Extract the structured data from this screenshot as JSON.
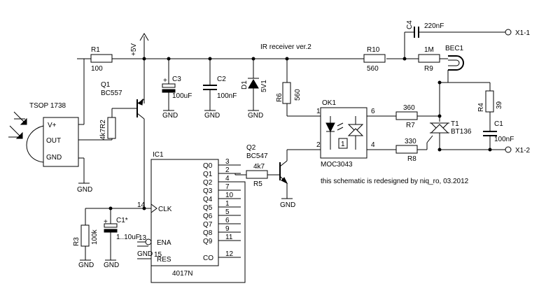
{
  "title": "IR receiver ver.2",
  "credit": "this schematic is redesigned by niq_ro, 03.2012",
  "supply": "+5V",
  "ground": "GND",
  "sensor": {
    "ref": "TSOP 1738",
    "pins": [
      "V+",
      "OUT",
      "GND"
    ]
  },
  "components": {
    "R1": {
      "ref": "R1",
      "value": "100"
    },
    "R2": {
      "ref": "R2",
      "value": "4k7"
    },
    "R3": {
      "ref": "R3",
      "value": "100k"
    },
    "R4": {
      "ref": "R4",
      "value": "39"
    },
    "R5": {
      "ref": "R5",
      "value": "4k7"
    },
    "R6": {
      "ref": "R6",
      "value": "560"
    },
    "R7": {
      "ref": "R7",
      "value": "360"
    },
    "R8": {
      "ref": "R8",
      "value": "330"
    },
    "R9": {
      "ref": "R9",
      "value": "1M"
    },
    "R10": {
      "ref": "R10",
      "value": "560"
    },
    "C1": {
      "ref": "C1",
      "value": "100nF"
    },
    "C1s": {
      "ref": "C1*",
      "value": "1..10uF"
    },
    "C2": {
      "ref": "C2",
      "value": "100nF"
    },
    "C3": {
      "ref": "C3",
      "value": "100uF"
    },
    "C4": {
      "ref": "C4",
      "value": "220nF"
    },
    "D1": {
      "ref": "D1",
      "value": "5V1"
    },
    "Q1": {
      "ref": "Q1",
      "value": "BC557"
    },
    "Q2": {
      "ref": "Q2",
      "value": "BC547"
    },
    "T1": {
      "ref": "T1",
      "value": "BT136"
    },
    "OK1": {
      "ref": "OK1",
      "value": "MOC3043",
      "pins": [
        "1",
        "2",
        "4",
        "6"
      ]
    },
    "BEC1": {
      "ref": "BEC1"
    },
    "IC1": {
      "ref": "IC1",
      "value": "4017N",
      "inputs": [
        "CLK",
        "ENA",
        "RES"
      ],
      "input_pins": [
        "14",
        "13",
        "15"
      ],
      "outputs": [
        "Q0",
        "Q1",
        "Q2",
        "Q3",
        "Q4",
        "Q5",
        "Q6",
        "Q7",
        "Q8",
        "Q9",
        "CO"
      ],
      "output_pins": [
        "3",
        "2",
        "4",
        "7",
        "10",
        "1",
        "5",
        "6",
        "9",
        "11",
        "12"
      ]
    }
  },
  "terminals": [
    "X1-1",
    "X1-2"
  ]
}
